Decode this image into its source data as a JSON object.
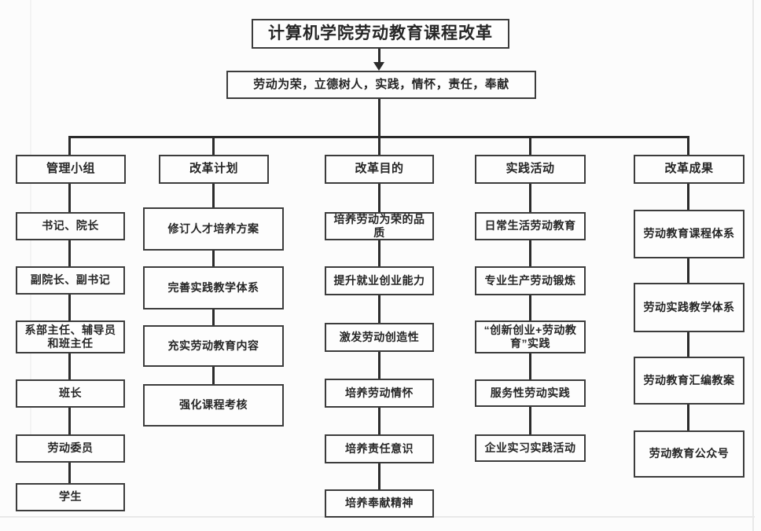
{
  "diagram": {
    "title": "计算机学院劳动教育课程改革",
    "motto": "劳动为荣，立德树人，实践，情怀，责任，奉献",
    "columns": [
      {
        "header": "管理小组",
        "items": [
          "书记、院长",
          "副院长、副书记",
          "系部主任、辅导员和班主任",
          "班长",
          "劳动委员",
          "学生"
        ]
      },
      {
        "header": "改革计划",
        "items": [
          "修订人才培养方案",
          "完善实践教学体系",
          "充实劳动教育内容",
          "强化课程考核"
        ]
      },
      {
        "header": "改革目的",
        "items": [
          "培养劳动为荣的品质",
          "提升就业创业能力",
          "激发劳动创造性",
          "培养劳动情怀",
          "培养责任意识",
          "培养奉献精神"
        ]
      },
      {
        "header": "实践活动",
        "items": [
          "日常生活劳动教育",
          "专业生产劳动锻炼",
          "“创新创业+劳动教育”实践",
          "服务性劳动实践",
          "企业实习实践活动"
        ]
      },
      {
        "header": "改革成果",
        "items": [
          "劳动教育课程体系",
          "劳动实践教学体系",
          "劳动教育汇编教案",
          "劳动教育公众号"
        ]
      }
    ],
    "colors": {
      "line": "#2b2b2b",
      "box_border": "#3c3c3c",
      "text": "#262626",
      "background": "#fcfcfc"
    }
  }
}
